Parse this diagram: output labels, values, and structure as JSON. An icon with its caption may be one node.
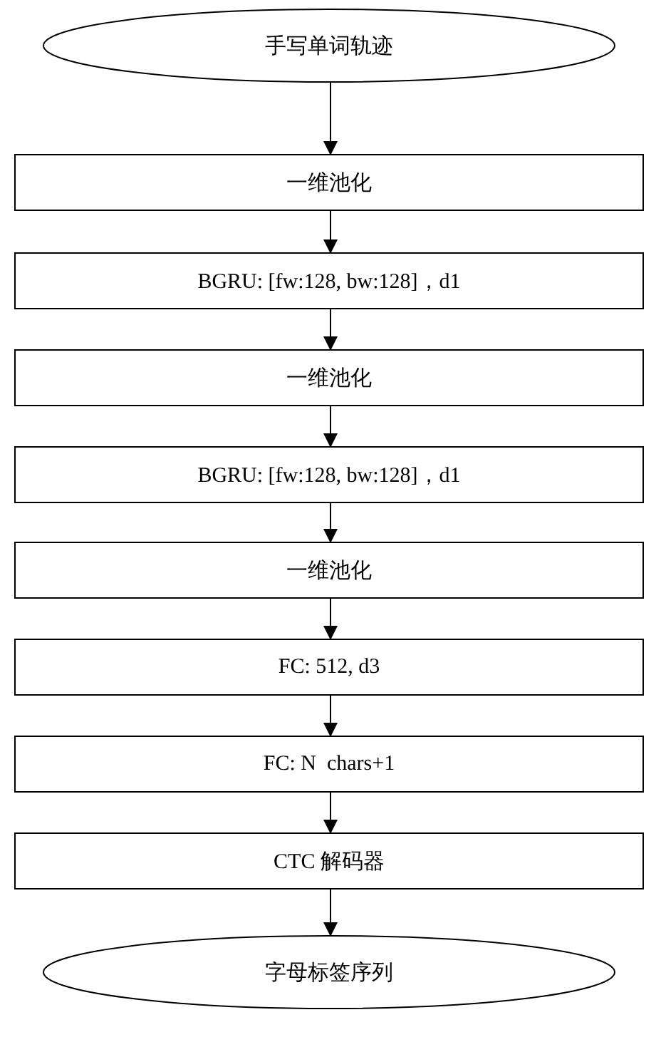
{
  "diagram": {
    "nodes": [
      {
        "text": [
          "手写单词轨迹"
        ]
      },
      {
        "text": [
          "一维池化"
        ]
      },
      {
        "text": [
          "BGRU: [fw:128, bw:128]，d1"
        ]
      },
      {
        "text": [
          "一维池化"
        ]
      },
      {
        "text": [
          "BGRU: [fw:128, bw:128]，d1"
        ]
      },
      {
        "text": [
          "一维池化"
        ]
      },
      {
        "text": [
          "FC: 512, d3"
        ]
      },
      {
        "text": [
          "FC: N  chars+1"
        ]
      },
      {
        "text": [
          "CTC 解码器"
        ]
      },
      {
        "text": [
          "字母标签序列"
        ]
      }
    ],
    "edges": [
      {
        "from": 0,
        "to": 1,
        "arrow": "to"
      },
      {
        "from": 1,
        "to": 2,
        "arrow": "to"
      },
      {
        "from": 2,
        "to": 3,
        "arrow": "to"
      },
      {
        "from": 3,
        "to": 4,
        "arrow": "to"
      },
      {
        "from": 4,
        "to": 5,
        "arrow": "to"
      },
      {
        "from": 5,
        "to": 6,
        "arrow": "to"
      },
      {
        "from": 6,
        "to": 7,
        "arrow": "to"
      },
      {
        "from": 7,
        "to": 8,
        "arrow": "to"
      },
      {
        "from": 8,
        "to": 9,
        "arrow": "to"
      }
    ]
  }
}
